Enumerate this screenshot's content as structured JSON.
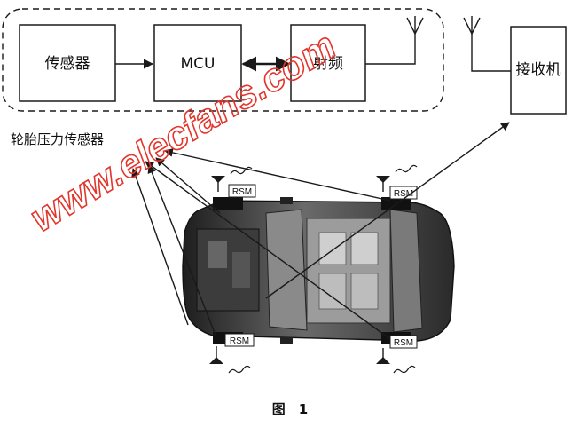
{
  "blocks": {
    "sensor": "传感器",
    "mcu": "MCU",
    "rf": "射频",
    "receiver": "接收机"
  },
  "module_caption": "轮胎压力传感器",
  "rsm_label": "RSM",
  "figure_title": "图　1",
  "watermark": "www.elecfans.com",
  "colors": {
    "line": "#1a1a1a",
    "watermark": "#e2352b",
    "car_body": "#2a2a2a"
  }
}
